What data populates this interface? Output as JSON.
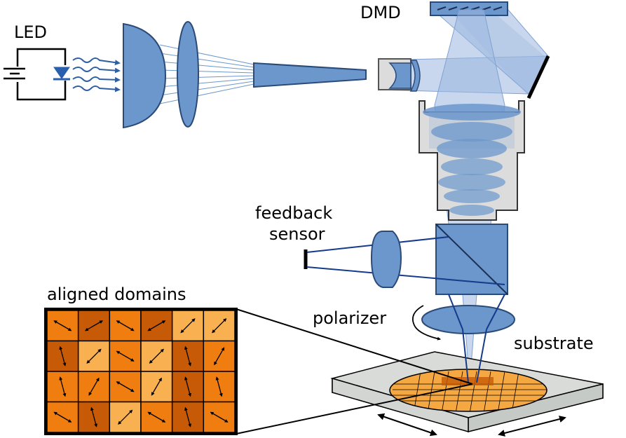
{
  "labels": {
    "led": "LED",
    "dmd": "DMD",
    "feedback_sensor_line1": "feedback",
    "feedback_sensor_line2": "sensor",
    "aligned_domains": "aligned domains",
    "polarizer": "polarizer",
    "substrate": "substrate"
  },
  "colors": {
    "optic_fill": "#6b97cc",
    "optic_stroke": "#2a4a78",
    "beam": "#9ab7df",
    "beam_dark": "#153a8a",
    "led_arrow": "#2f5fa3",
    "housing_fill": "#dcdcdc",
    "domain_dark": "#c65a06",
    "domain_mid": "#f07d10",
    "domain_light": "#f8b050",
    "substrate_fill": "#d8dbd8",
    "wafer": "#f5a742"
  },
  "domain_grid": {
    "rows": 4,
    "cols": 6,
    "shades": [
      [
        "mid",
        "dark",
        "mid",
        "dark",
        "light",
        "light"
      ],
      [
        "dark",
        "light",
        "mid",
        "light",
        "dark",
        "mid"
      ],
      [
        "mid",
        "mid",
        "mid",
        "light",
        "dark",
        "mid"
      ],
      [
        "mid",
        "dark",
        "light",
        "mid",
        "dark",
        "mid"
      ]
    ],
    "arrow_angles_deg": [
      [
        30,
        -30,
        30,
        -30,
        -45,
        -45
      ],
      [
        75,
        -45,
        30,
        -45,
        75,
        -60
      ],
      [
        75,
        -60,
        30,
        -60,
        75,
        75
      ],
      [
        30,
        75,
        -45,
        30,
        75,
        30
      ]
    ]
  }
}
